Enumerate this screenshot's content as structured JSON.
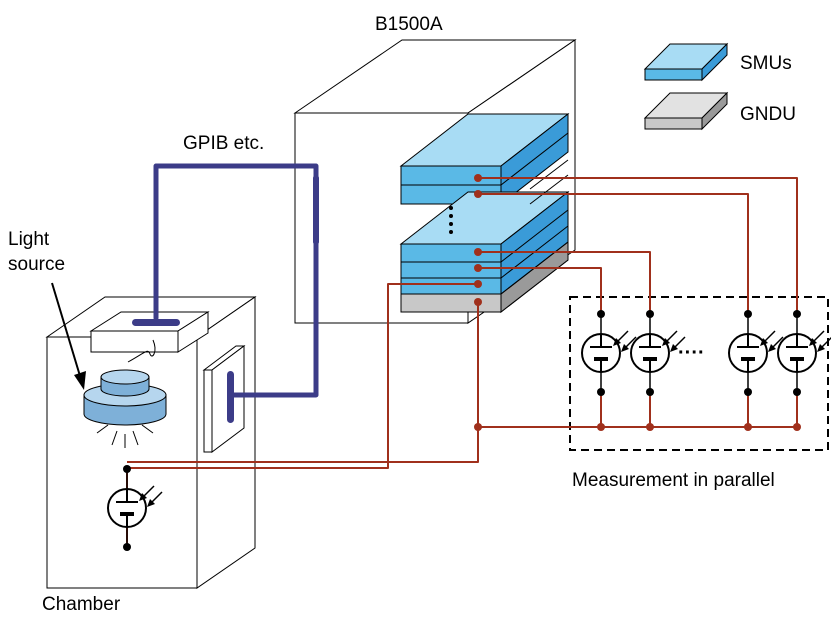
{
  "labels": {
    "instrument": "B1500A",
    "interface": "GPIB etc.",
    "light_source": [
      "Light",
      "source"
    ],
    "chamber": "Chamber",
    "parallel": "Measurement in parallel",
    "dots": "····"
  },
  "legend": [
    {
      "label": "SMUs",
      "color": "#5ab9e6"
    },
    {
      "label": "GNDU",
      "color": "#c8c8c8"
    }
  ],
  "colors": {
    "wire": "#a0301c",
    "gpib": "#3c3c88",
    "smu": "#5ab9e6",
    "gndu": "#c8c8c8",
    "light": "#8fbde0"
  },
  "icons": [
    "photodiode-icon",
    "light-source-icon",
    "ellipsis-dots-icon"
  ]
}
